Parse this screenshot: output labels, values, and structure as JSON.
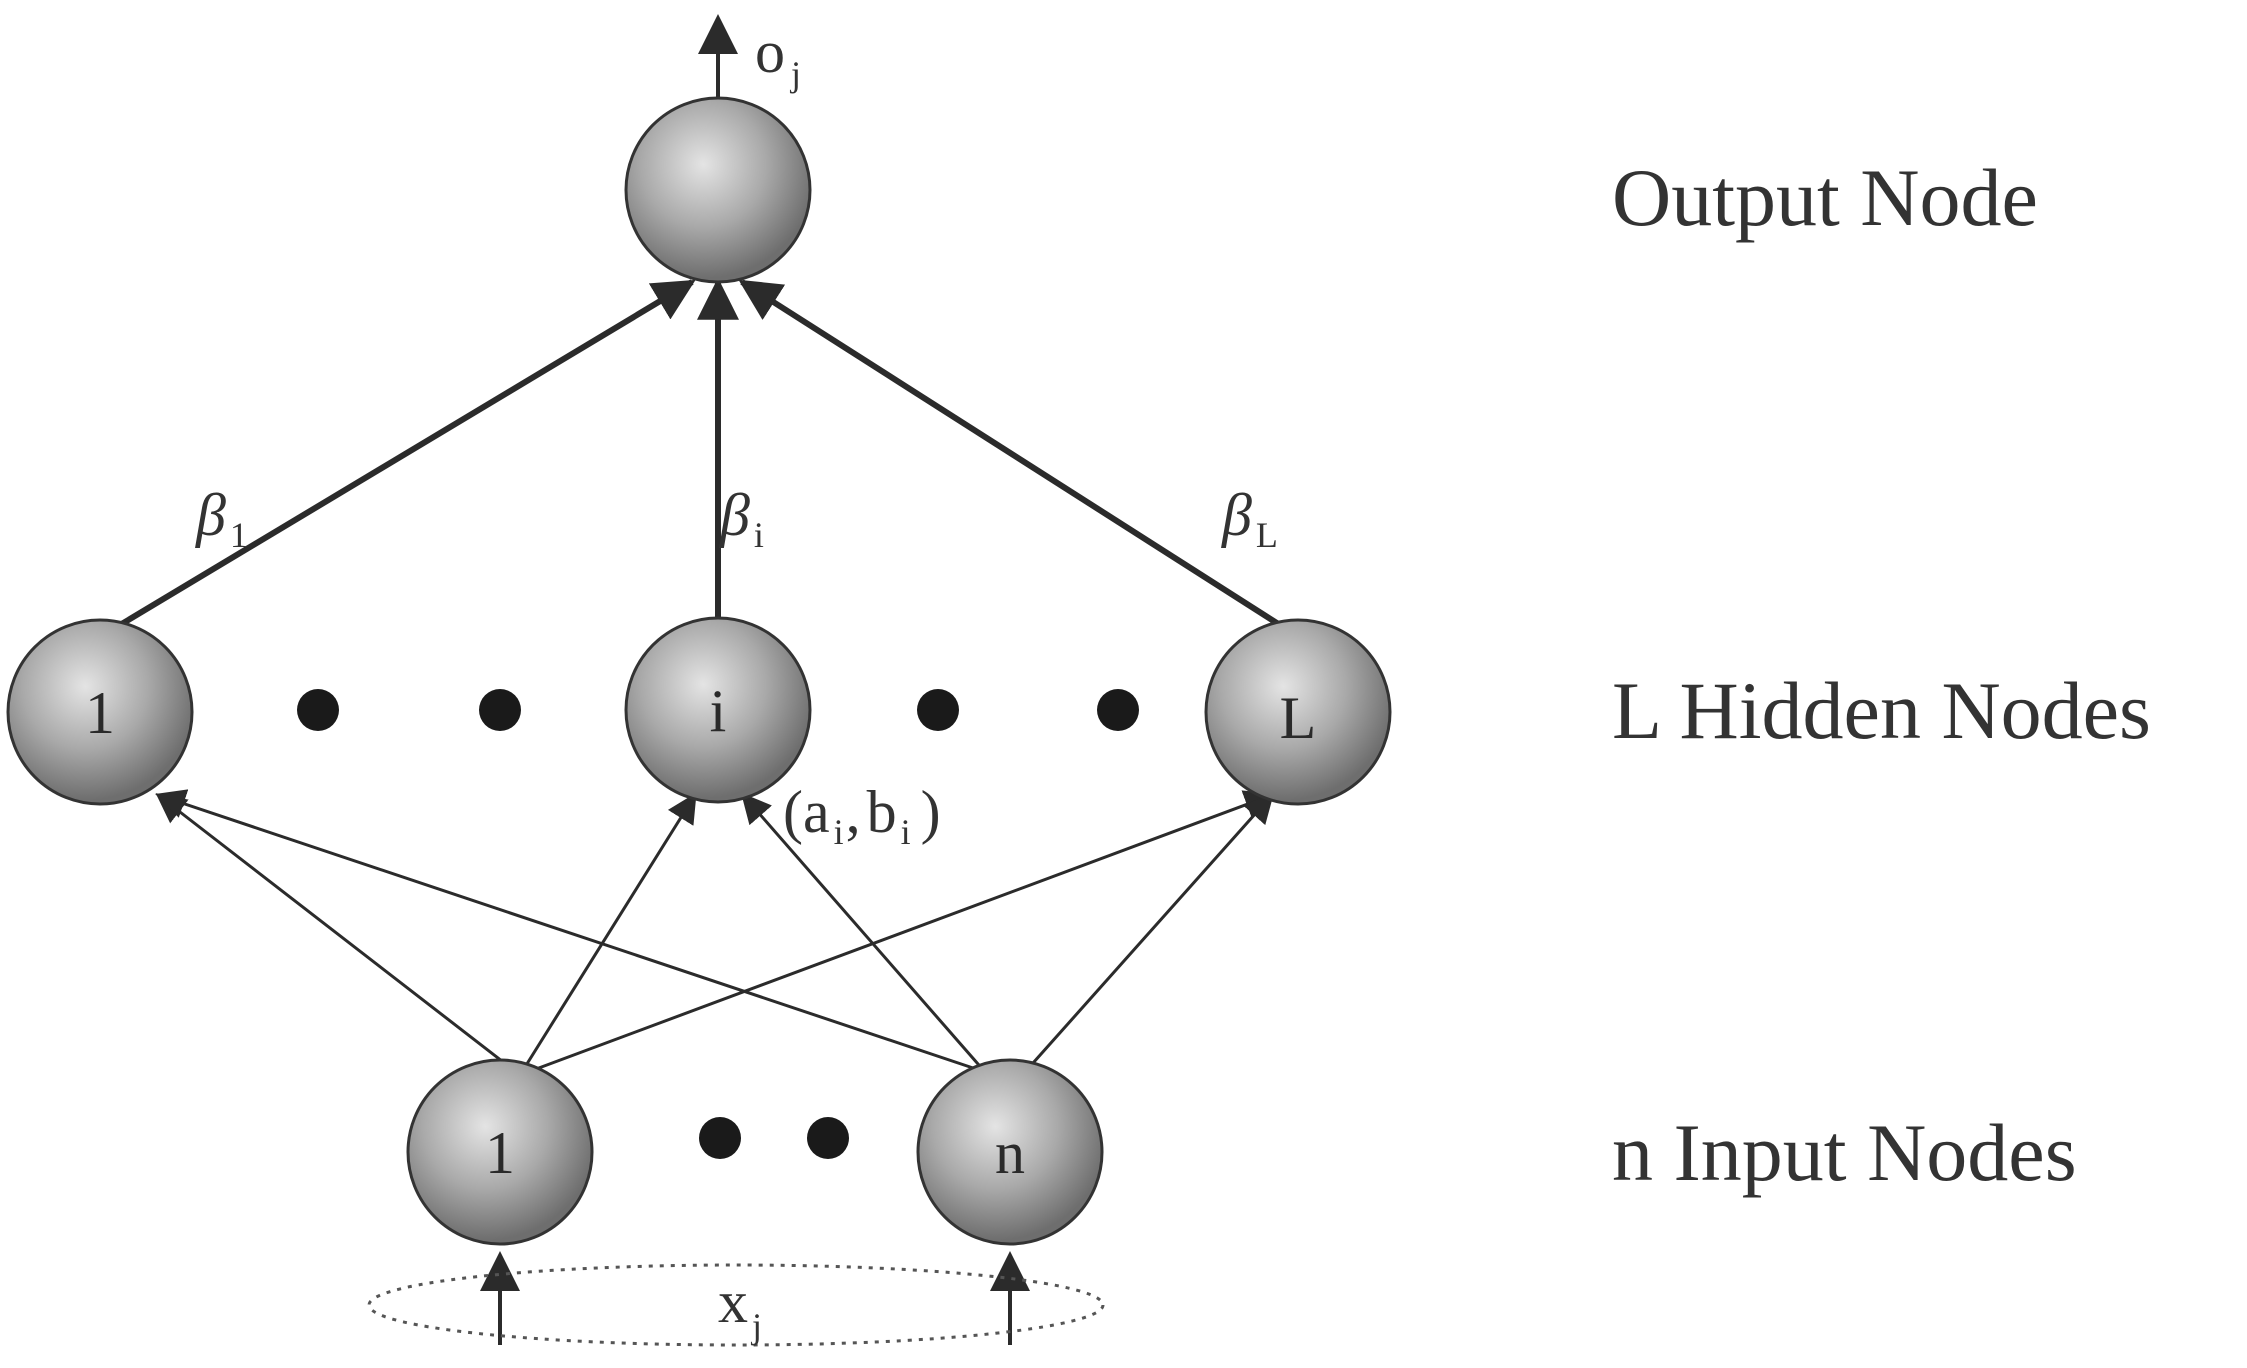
{
  "layers": {
    "output_label": "Output Node",
    "hidden_label": "L Hidden Nodes",
    "input_label": "n Input Nodes"
  },
  "nodes": {
    "hidden_first": "1",
    "hidden_middle": "i",
    "hidden_last": "L",
    "input_first": "1",
    "input_last": "n"
  },
  "labels": {
    "output": {
      "base": "o",
      "sub": "j"
    },
    "input": {
      "base": "x",
      "sub": "j"
    },
    "beta_1": {
      "base": "β",
      "sub": "1"
    },
    "beta_i": {
      "base": "β",
      "sub": "i"
    },
    "beta_L": {
      "base": "β",
      "sub": "L"
    },
    "hidden_params": {
      "open": "(",
      "a": "a",
      "a_sub": "i",
      "comma": ",",
      "b": "b",
      "b_sub": "i",
      "close": ")"
    }
  },
  "colors": {
    "node_light": "#e4e4e4",
    "node_dark": "#6e6e6e",
    "line": "#2b2b2b",
    "text": "#333333"
  }
}
